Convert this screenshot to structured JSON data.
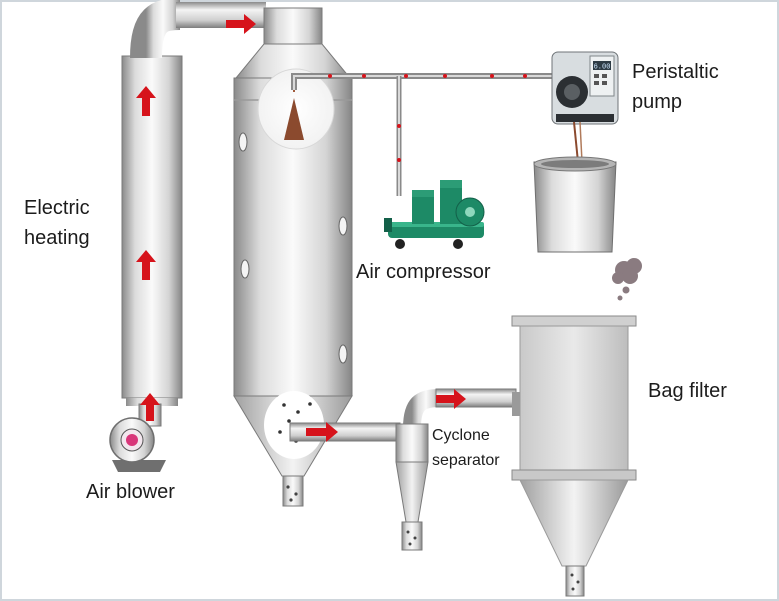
{
  "labels": {
    "electric_heating": [
      "Electric",
      "heating"
    ],
    "air_blower": "Air blower",
    "air_compressor": "Air compressor",
    "peristaltic_pump": [
      "Peristaltic",
      "pump"
    ],
    "bag_filter": "Bag filter",
    "cyclone_separator": [
      "Cyclone",
      "separator"
    ]
  },
  "pump_display": "6.00",
  "colors": {
    "flow_arrow": "#d6131b",
    "steel_light": "#f1f1f1",
    "steel_dark": "#8c8c8c",
    "compressor": "#1d8a66",
    "spray_cone": "#8b4a2e",
    "blower_rotor": "#d9357a",
    "border": "#cfd6dc"
  }
}
